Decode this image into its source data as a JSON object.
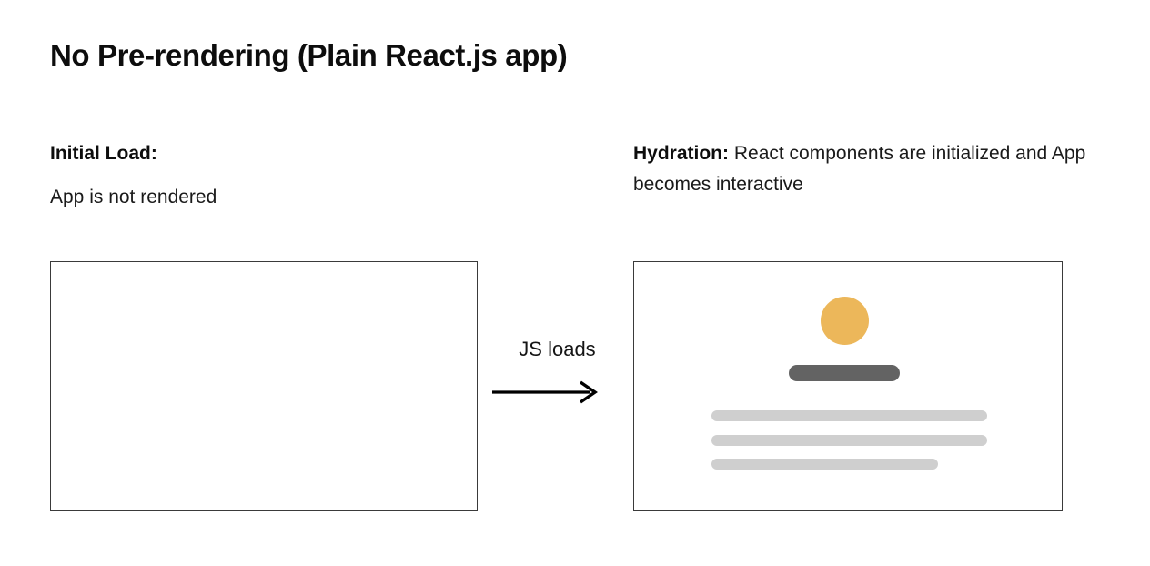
{
  "slide": {
    "title": "No Pre-rendering (Plain React.js app)",
    "background_color": "#ffffff"
  },
  "left_panel": {
    "heading": "Initial Load:",
    "description": "App is not rendered",
    "frame": {
      "border_color": "#3a3a3a",
      "fill_color": "#ffffff",
      "content": "empty"
    }
  },
  "transition": {
    "label": "JS loads",
    "arrow_icon": "arrow-right-icon",
    "arrow_color": "#000000"
  },
  "right_panel": {
    "heading": "Hydration:",
    "description": "React components are initialized and App becomes interactive",
    "frame": {
      "border_color": "#3a3a3a",
      "fill_color": "#ffffff"
    },
    "skeleton": {
      "avatar": {
        "shape": "circle",
        "color": "#ecb75a"
      },
      "title_bar": {
        "shape": "rounded-bar",
        "color": "#636363"
      },
      "text_lines": [
        {
          "color": "#cfcfcf",
          "length": "full"
        },
        {
          "color": "#cfcfcf",
          "length": "full"
        },
        {
          "color": "#cfcfcf",
          "length": "short"
        }
      ]
    }
  }
}
